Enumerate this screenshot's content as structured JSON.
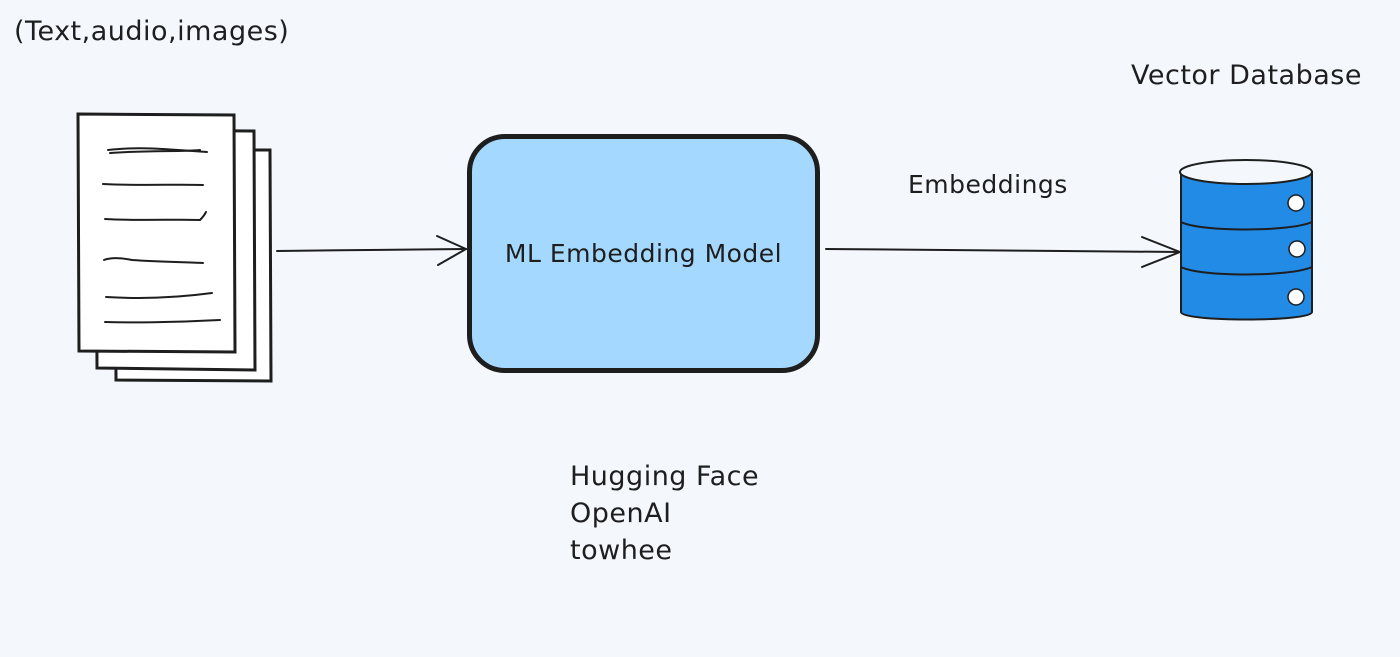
{
  "input": {
    "label": "(Text,audio,images)",
    "icon": "document-stack-icon"
  },
  "model": {
    "label": "ML Embedding Model",
    "fill_color": "#a5d8ff"
  },
  "edge": {
    "label": "Embeddings"
  },
  "database": {
    "title": "Vector Database",
    "icon": "database-icon",
    "color": "#228be6"
  },
  "providers": [
    "Hugging Face",
    "OpenAI",
    "towhee"
  ],
  "colors": {
    "background": "#f4f8fd",
    "stroke": "#1e1e1e"
  }
}
